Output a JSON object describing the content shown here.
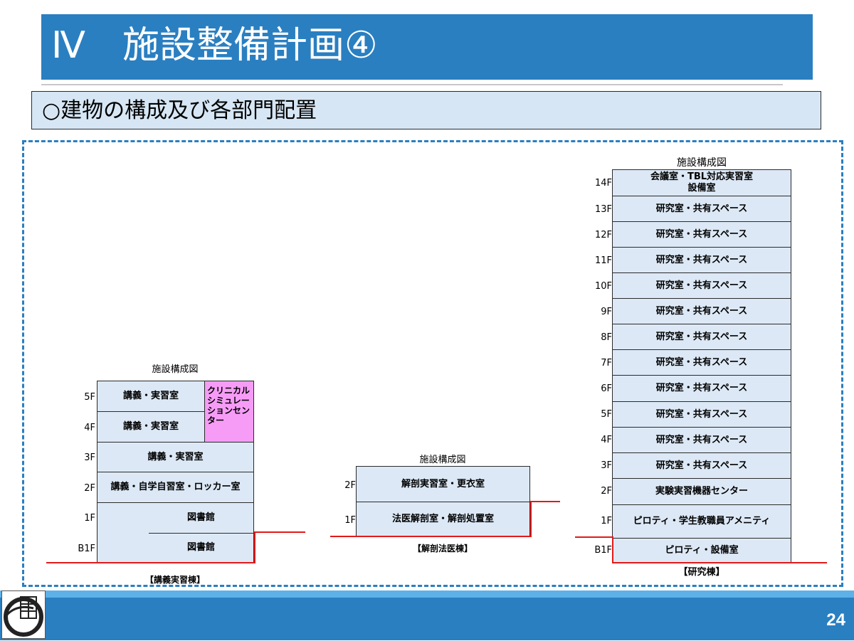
{
  "header": {
    "title": "Ⅳ　施設整備計画④"
  },
  "subtitle": "○建物の構成及び各部門配置",
  "lecture_building": {
    "caption": "施設構成図",
    "label": "【講義実習棟】",
    "floors": [
      "5F",
      "4F",
      "3F",
      "2F",
      "1F",
      "B1F"
    ],
    "rooms": {
      "f5": "講義・実習室",
      "f4": "講義・実習室",
      "f3": "講義・実習室",
      "f2": "講義・自学自習室・ロッカー室",
      "f1": "図書館",
      "b1": "図書館",
      "clinical": "クリニカル\nシミュレー\nションセン\nター"
    }
  },
  "autopsy_building": {
    "caption": "施設構成図",
    "label": "【解剖法医棟】",
    "floors": [
      "2F",
      "1F"
    ],
    "rooms": {
      "f2": "解剖実習室・更衣室",
      "f1": "法医解剖室・解剖処置室"
    }
  },
  "research_building": {
    "caption": "施設構成図",
    "label": "【研究棟】",
    "floors": [
      "14F",
      "13F",
      "12F",
      "11F",
      "10F",
      "9F",
      "8F",
      "7F",
      "6F",
      "5F",
      "4F",
      "3F",
      "2F",
      "1F",
      "B1F"
    ],
    "rooms": {
      "f14_line1": "会議室・TBL対応実習室",
      "f14_line2": "設備室",
      "f13": "研究室・共有スペース",
      "f12": "研究室・共有スペース",
      "f11": "研究室・共有スペース",
      "f10": "研究室・共有スペース",
      "f9": "研究室・共有スペース",
      "f8": "研究室・共有スペース",
      "f7": "研究室・共有スペース",
      "f6": "研究室・共有スペース",
      "f5": "研究室・共有スペース",
      "f4": "研究室・共有スペース",
      "f3": "研究室・共有スペース",
      "f2": "実験実習機器センター",
      "f1": "ピロティ・学生教職員アメニティ",
      "b1": "ピロティ・設備室"
    }
  },
  "footer": {
    "page_number": "24"
  },
  "colors": {
    "header_blue": "#2a7fc1",
    "subtitle_bg": "#d6e6f4",
    "cell_bg": "#dce8f5",
    "clinical_pink": "#f69cf6",
    "ground_red": "#e21a1a"
  }
}
